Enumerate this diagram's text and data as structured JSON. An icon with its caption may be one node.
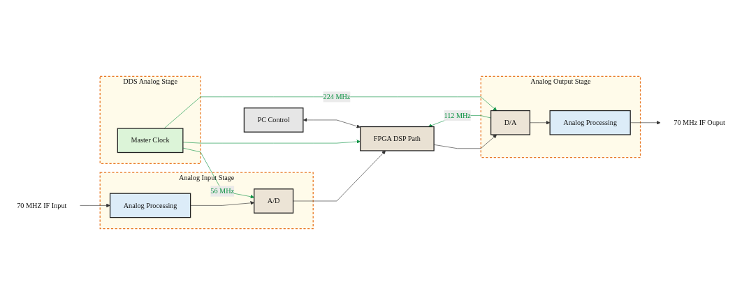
{
  "diagram": {
    "nodes": [
      {
        "text": [
          "PC Control"
        ]
      },
      {
        "text": [
          "Analog Input Stage"
        ]
      },
      {
        "text": [
          "Analog Processing"
        ],
        "in": 1
      },
      {
        "text": [
          "A/D"
        ],
        "in": 1
      },
      {
        "text": [
          "FPGA DSP Path"
        ]
      },
      {
        "text": [
          "Analog Output Stage"
        ]
      },
      {
        "text": [
          "D/A"
        ],
        "in": 5
      },
      {
        "text": [
          "Analog Processing"
        ],
        "in": 5
      },
      {
        "text": [
          "DDS Analog Stage"
        ]
      },
      {
        "text": [
          "Master Clock"
        ],
        "in": 8
      },
      {
        "text": [
          "70 MHZ IF Input"
        ]
      },
      {
        "text": [
          "70 MHz IF Ouput"
        ]
      }
    ],
    "edges": [
      {
        "from": 10,
        "to": 2,
        "arrow": "to"
      },
      {
        "from": 2,
        "to": 3,
        "arrow": "to"
      },
      {
        "from": 3,
        "to": 4,
        "arrow": "to"
      },
      {
        "from": 4,
        "to": 6,
        "arrow": "to"
      },
      {
        "from": 6,
        "to": 7,
        "arrow": "to"
      },
      {
        "from": 7,
        "to": 11,
        "arrow": "to"
      },
      {
        "from": 0,
        "to": 4,
        "arrow": "both"
      },
      {
        "from": 9,
        "to": 3,
        "arrow": "to",
        "label": "56 MHz",
        "color": "#119447"
      },
      {
        "from": 9,
        "to": 4,
        "arrow": "to",
        "color": "#119447"
      },
      {
        "from": 9,
        "to": 6,
        "arrow": "to",
        "label": "224 MHz",
        "color": "#119447"
      },
      {
        "from": 6,
        "to": 4,
        "arrow": "to",
        "label": "112 MHz",
        "color": "#119447"
      }
    ]
  }
}
